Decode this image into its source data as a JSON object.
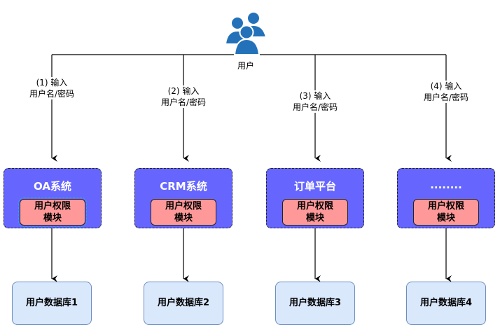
{
  "user": {
    "label": "用户",
    "icon": "users-group-icon",
    "color": "#2372b9"
  },
  "edges": [
    {
      "line1": "(1) 输入",
      "line2": "用户名/密码"
    },
    {
      "line1": "(2) 输入",
      "line2": "用户名/密码"
    },
    {
      "line1": "(3) 输入",
      "line2": "用户名/密码"
    },
    {
      "line1": "(4) 输入",
      "line2": "用户名/密码"
    }
  ],
  "systems": [
    {
      "title": "OA系统",
      "module": [
        "用户权限",
        "模块"
      ],
      "db": "用户数据库1"
    },
    {
      "title": "CRM系统",
      "module": [
        "用户权限",
        "模块"
      ],
      "db": "用户数据库2"
    },
    {
      "title": "订单平台",
      "module": [
        "用户权限",
        "模块"
      ],
      "db": "用户数据库3"
    },
    {
      "title": "........",
      "module": [
        "用户权限",
        "模块"
      ],
      "db": "用户数据库4"
    }
  ],
  "colors": {
    "system_fill": "#6666ff",
    "module_fill": "#ff9999",
    "db_fill": "#dae8fc",
    "db_stroke": "#6c8ebf"
  }
}
